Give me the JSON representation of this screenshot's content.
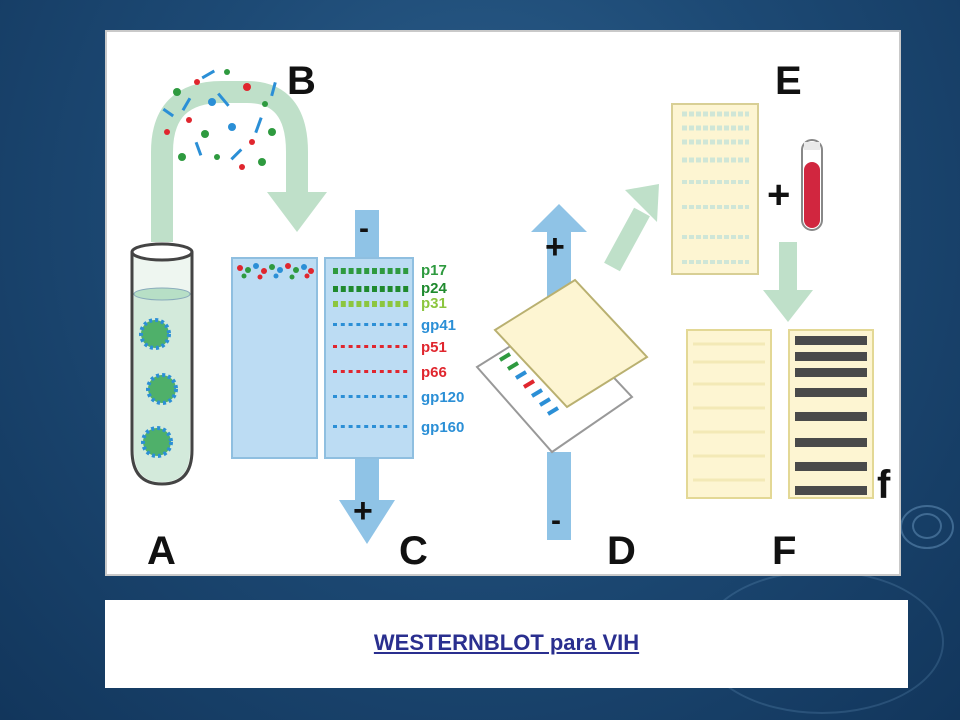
{
  "figure": {
    "step_labels": {
      "a": "A",
      "b": "B",
      "c": "C",
      "d": "D",
      "e": "E",
      "f_upper": "F",
      "f_lower": "f"
    },
    "signs": {
      "c_top": "-",
      "c_bottom": "+",
      "d_top": "+",
      "d_bottom": "-",
      "e_plus": "+"
    },
    "bands": [
      {
        "label": "p17",
        "color": "#2e9a3f"
      },
      {
        "label": "p24",
        "color": "#1f8a2e"
      },
      {
        "label": "p31",
        "color": "#8cc63f"
      },
      {
        "label": "gp41",
        "color": "#2b8fd6"
      },
      {
        "label": "p51",
        "color": "#e0262e"
      },
      {
        "label": "p66",
        "color": "#e0262e"
      },
      {
        "label": "gp120",
        "color": "#2b8fd6"
      },
      {
        "label": "gp160",
        "color": "#2b8fd6"
      }
    ],
    "colors": {
      "arrow": "#bfe0c9",
      "gel": "#bcdcf3",
      "strip_paper": "#fdf5d2",
      "blood": "#d1263f",
      "positive_band": "#4a4a4a"
    }
  },
  "caption": {
    "text": "WESTERNBLOT para VIH"
  }
}
